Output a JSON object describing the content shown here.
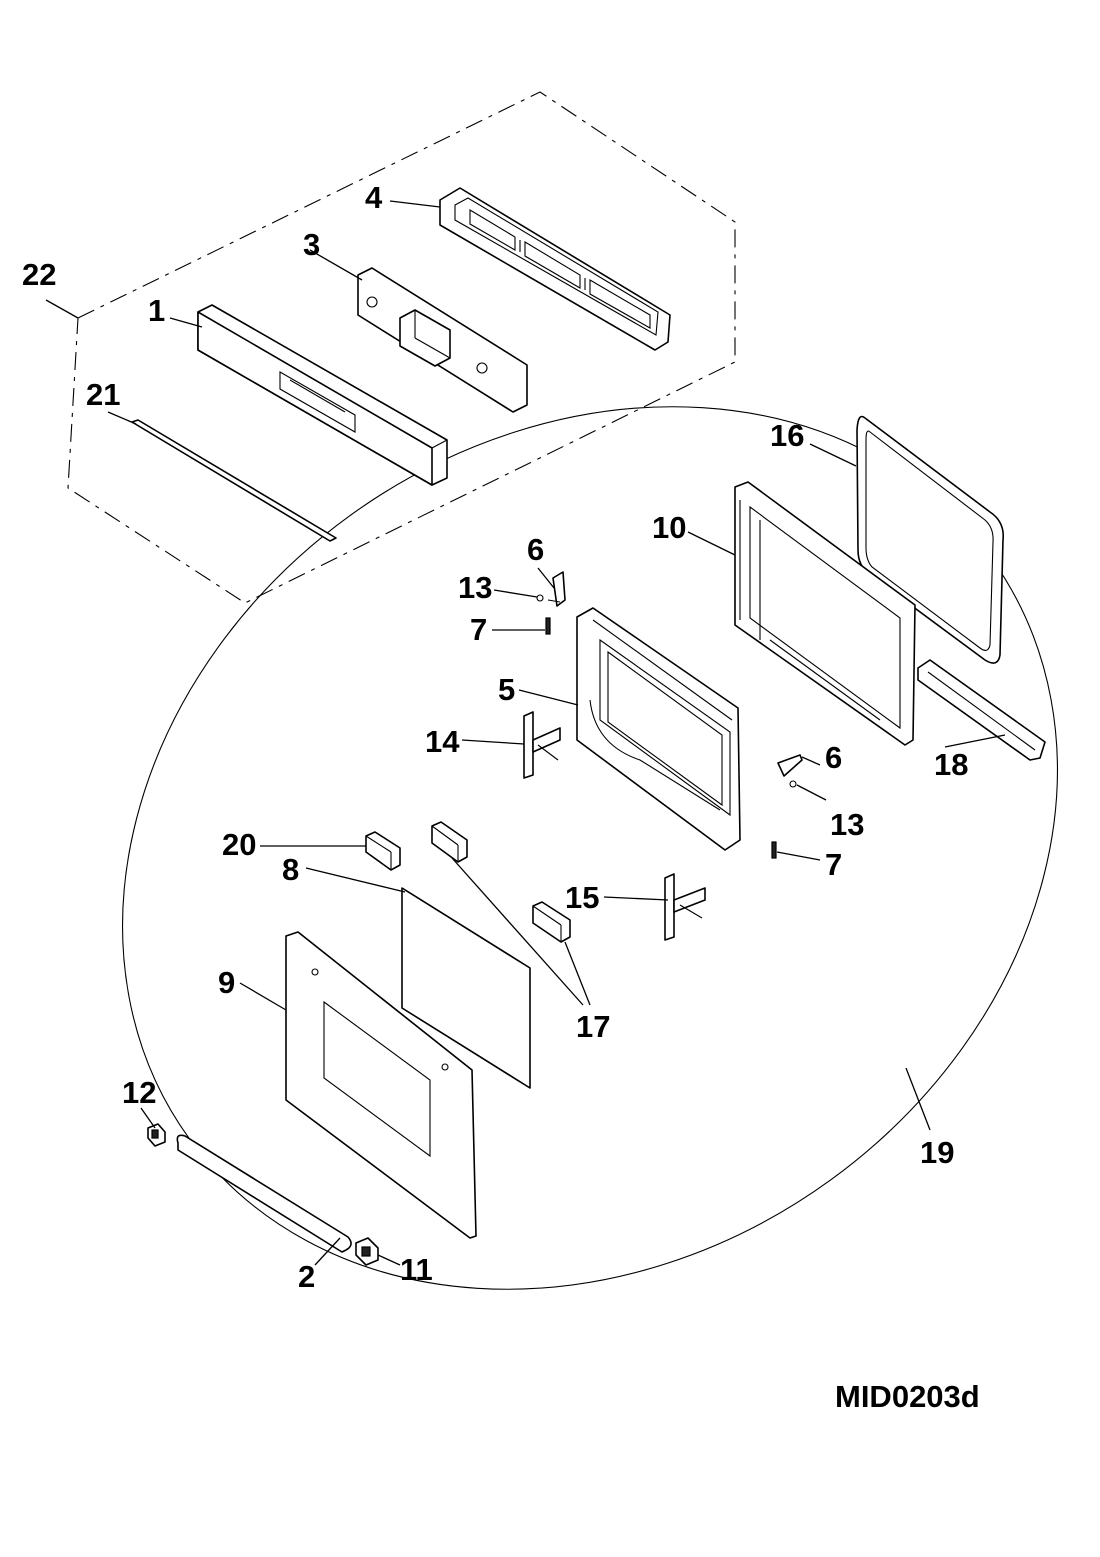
{
  "diagram_code": "MID0203d",
  "callouts": {
    "c1": "1",
    "c2": "2",
    "c3": "3",
    "c4": "4",
    "c5": "5",
    "c6a": "6",
    "c6b": "6",
    "c7a": "7",
    "c7b": "7",
    "c8": "8",
    "c9": "9",
    "c10": "10",
    "c11": "11",
    "c12": "12",
    "c13a": "13",
    "c13b": "13",
    "c14": "14",
    "c15": "15",
    "c16": "16",
    "c17": "17",
    "c18": "18",
    "c19": "19",
    "c20": "20",
    "c21": "21",
    "c22": "22"
  }
}
